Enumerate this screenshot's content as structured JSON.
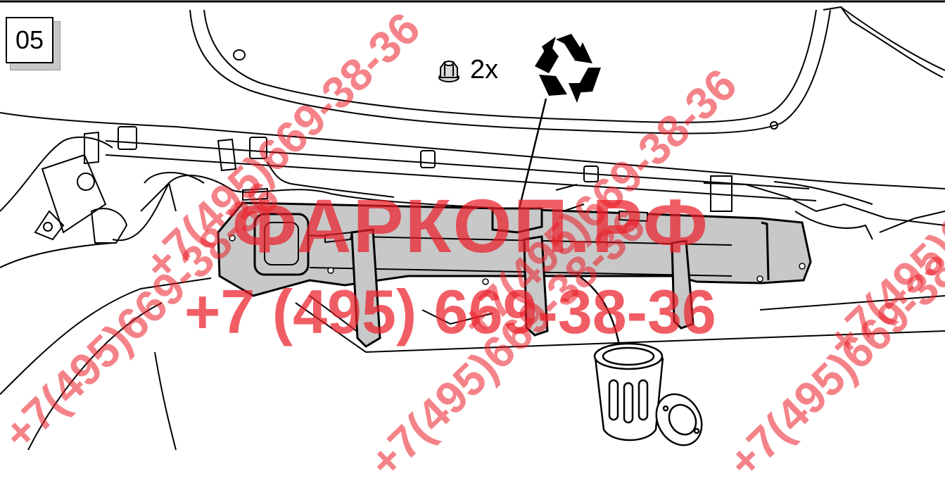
{
  "step": {
    "number": "05"
  },
  "fasteners": {
    "quantity": "2x",
    "icon": "flange-nut-icon"
  },
  "icons": {
    "recycle": "recycle-icon",
    "trash": "trash-can-icon"
  },
  "watermark": {
    "brand": "ФАРКОП.РФ",
    "phone": "+7 (495) 669-38-36",
    "phone_diagonal": "+7(495)669-38-36",
    "color": "#eb1e28"
  },
  "colors": {
    "line": "#000000",
    "part_fill": "#c8c8c8",
    "background": "#ffffff"
  }
}
